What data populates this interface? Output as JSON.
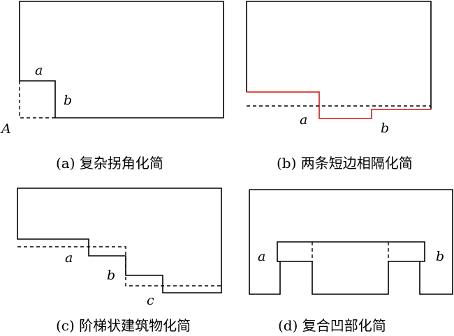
{
  "panels": [
    {
      "caption": "(a) 复杂拐角化简",
      "labels": {
        "a": "a",
        "b": "b",
        "corner": "A"
      }
    },
    {
      "caption": "(b) 两条短边相隔化简",
      "labels": {
        "a": "a",
        "b": "b"
      },
      "highlight_color": "#d9342b"
    },
    {
      "caption": "(c) 阶梯状建筑物化简",
      "labels": {
        "a": "a",
        "b": "b",
        "c": "c"
      }
    },
    {
      "caption": "(d) 复合凹部化简",
      "labels": {
        "a": "a",
        "b": "b"
      }
    }
  ]
}
